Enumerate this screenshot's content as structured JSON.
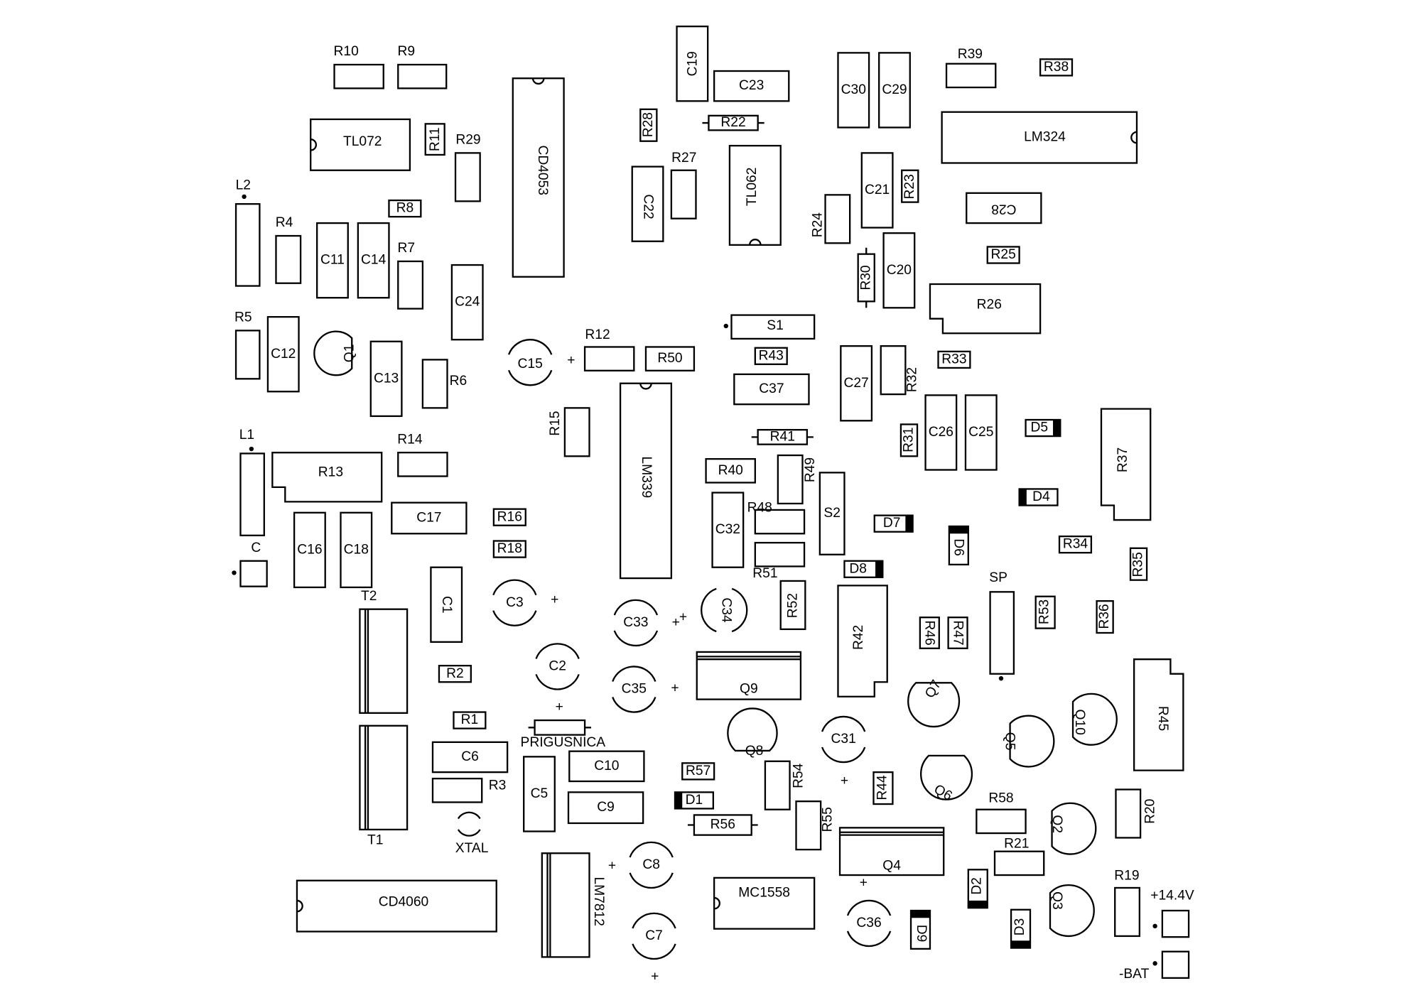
{
  "title": "PCB component placement",
  "components": [
    {
      "label": "R10"
    },
    {
      "label": "R9"
    },
    {
      "label": "TL072"
    },
    {
      "label": "R11"
    },
    {
      "label": "R29"
    },
    {
      "label": "CD4053"
    },
    {
      "label": "L2"
    },
    {
      "label": "R4"
    },
    {
      "label": "R8"
    },
    {
      "label": "C11"
    },
    {
      "label": "C14"
    },
    {
      "label": "R7"
    },
    {
      "label": "C24"
    },
    {
      "label": "R5"
    },
    {
      "label": "C12"
    },
    {
      "label": "Q1"
    },
    {
      "label": "C13"
    },
    {
      "label": "R6"
    },
    {
      "label": "C15",
      "plus": "+"
    },
    {
      "label": "R12"
    },
    {
      "label": "R50"
    },
    {
      "label": "R15"
    },
    {
      "label": "L1"
    },
    {
      "label": "R13"
    },
    {
      "label": "R14"
    },
    {
      "label": "C17"
    },
    {
      "label": "R16"
    },
    {
      "label": "R18"
    },
    {
      "label": "C16"
    },
    {
      "label": "C18"
    },
    {
      "label": "C"
    },
    {
      "label": "T2"
    },
    {
      "label": "T1"
    },
    {
      "label": "C1"
    },
    {
      "label": "C3",
      "plus": "+"
    },
    {
      "label": "R2"
    },
    {
      "label": "C2",
      "plus": "+"
    },
    {
      "label": "R1"
    },
    {
      "label": "PRIGUSNICA"
    },
    {
      "label": "C6"
    },
    {
      "label": "R3"
    },
    {
      "label": "XTAL"
    },
    {
      "label": "C5"
    },
    {
      "label": "C10"
    },
    {
      "label": "C9"
    },
    {
      "label": "LM7812"
    },
    {
      "label": "C8",
      "plus": "+"
    },
    {
      "label": "C7",
      "plus": "+"
    },
    {
      "label": "CD4060"
    },
    {
      "label": "LM339"
    },
    {
      "label": "C33",
      "plus": "+"
    },
    {
      "label": "C34",
      "plus": "+"
    },
    {
      "label": "C35",
      "plus": "+"
    },
    {
      "label": "Q9"
    },
    {
      "label": "Q8"
    },
    {
      "label": "R57"
    },
    {
      "label": "D1"
    },
    {
      "label": "R56"
    },
    {
      "label": "R54"
    },
    {
      "label": "R55"
    },
    {
      "label": "C31",
      "plus": "+"
    },
    {
      "label": "MC1558"
    },
    {
      "label": "C36",
      "plus": "+"
    },
    {
      "label": "Q4"
    },
    {
      "label": "D9"
    },
    {
      "label": "C19"
    },
    {
      "label": "C23"
    },
    {
      "label": "R28"
    },
    {
      "label": "R22"
    },
    {
      "label": "R27"
    },
    {
      "label": "C22"
    },
    {
      "label": "TL062"
    },
    {
      "label": "S1"
    },
    {
      "label": "R43"
    },
    {
      "label": "C37"
    },
    {
      "label": "R41"
    },
    {
      "label": "R40"
    },
    {
      "label": "R49"
    },
    {
      "label": "C32"
    },
    {
      "label": "R48"
    },
    {
      "label": "R51"
    },
    {
      "label": "S2"
    },
    {
      "label": "R52"
    },
    {
      "label": "C30"
    },
    {
      "label": "C29"
    },
    {
      "label": "R39"
    },
    {
      "label": "R38"
    },
    {
      "label": "LM324"
    },
    {
      "label": "C21"
    },
    {
      "label": "R23"
    },
    {
      "label": "C28"
    },
    {
      "label": "R24"
    },
    {
      "label": "R25"
    },
    {
      "label": "R30"
    },
    {
      "label": "C20"
    },
    {
      "label": "R26"
    },
    {
      "label": "C27"
    },
    {
      "label": "R32"
    },
    {
      "label": "R33"
    },
    {
      "label": "R31"
    },
    {
      "label": "C26"
    },
    {
      "label": "C25"
    },
    {
      "label": "D5"
    },
    {
      "label": "D4"
    },
    {
      "label": "R37"
    },
    {
      "label": "D7"
    },
    {
      "label": "D6"
    },
    {
      "label": "R34"
    },
    {
      "label": "R35"
    },
    {
      "label": "D8"
    },
    {
      "label": "SP"
    },
    {
      "label": "R53"
    },
    {
      "label": "R36"
    },
    {
      "label": "R42"
    },
    {
      "label": "R46"
    },
    {
      "label": "R47"
    },
    {
      "label": "R45"
    },
    {
      "label": "Q7"
    },
    {
      "label": "Q10"
    },
    {
      "label": "Q5"
    },
    {
      "label": "Q6"
    },
    {
      "label": "R44"
    },
    {
      "label": "R58"
    },
    {
      "label": "Q2"
    },
    {
      "label": "R20"
    },
    {
      "label": "R21"
    },
    {
      "label": "D2"
    },
    {
      "label": "Q3"
    },
    {
      "label": "D3"
    },
    {
      "label": "R19"
    },
    {
      "label": "+14.4V"
    },
    {
      "label": "-BAT"
    }
  ]
}
